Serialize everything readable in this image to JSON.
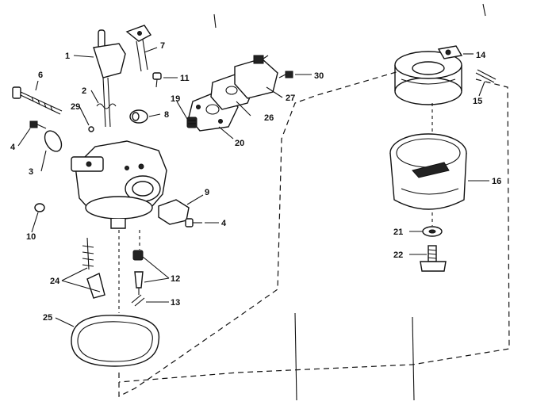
{
  "diagram": {
    "part_labels": [
      "1",
      "2",
      "3",
      "4",
      "4",
      "6",
      "7",
      "8",
      "9",
      "10",
      "11",
      "12",
      "13",
      "14",
      "15",
      "16",
      "19",
      "20",
      "21",
      "22",
      "24",
      "25",
      "26",
      "27",
      "29",
      "30"
    ]
  }
}
